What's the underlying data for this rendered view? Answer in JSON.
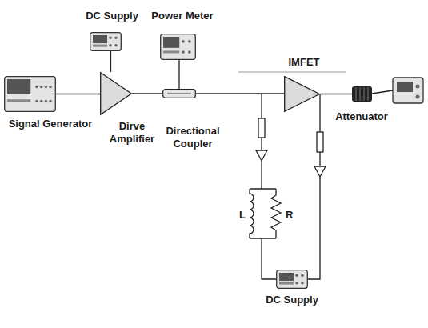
{
  "diagram": {
    "nodes": [
      {
        "text": [
          "Signal Generator"
        ]
      },
      {
        "text": [
          "DC Supply"
        ]
      },
      {
        "text": [
          "Dirve Amplifier"
        ]
      },
      {
        "text": [
          "Power Meter"
        ]
      },
      {
        "text": [
          "Directional Coupler"
        ]
      },
      {
        "text": [
          "IMFET"
        ]
      },
      {
        "text": [
          "Attenuator"
        ]
      },
      {
        "text": [
          "DC Supply"
        ]
      }
    ],
    "edges": [
      {
        "from": 0,
        "to": 2,
        "arrow": "none"
      },
      {
        "from": 1,
        "to": 2,
        "arrow": "none"
      },
      {
        "from": 2,
        "to": 4,
        "arrow": "none"
      },
      {
        "from": 3,
        "to": 4,
        "arrow": "none"
      },
      {
        "from": 4,
        "to": 5,
        "arrow": "none"
      },
      {
        "from": 5,
        "to": 6,
        "arrow": "none"
      }
    ],
    "labels": [
      "L",
      "R"
    ]
  }
}
